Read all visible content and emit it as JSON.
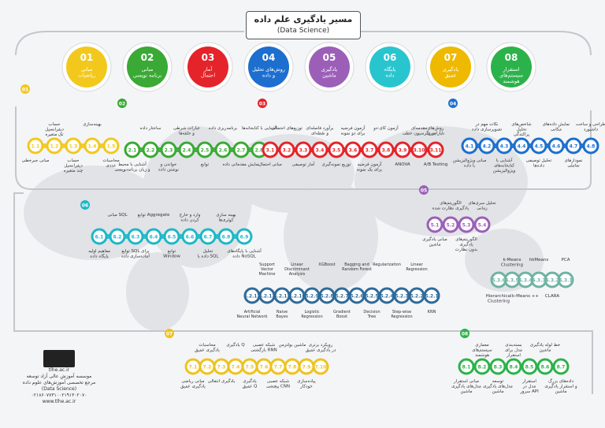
{
  "title": {
    "main": "مسیر یادگیری علم داده",
    "sub": "(Data Science)"
  },
  "top_circles": [
    {
      "num": "01",
      "label": "مبانی\nریاضیات",
      "color": "#f2c81d"
    },
    {
      "num": "02",
      "label": "مبانی\nبرنامه نویسی",
      "color": "#3aa935"
    },
    {
      "num": "03",
      "label": "آمار\nاحتمال",
      "color": "#e4242a"
    },
    {
      "num": "04",
      "label": "روش‌های تحلیل\nو داده",
      "color": "#1c6fce"
    },
    {
      "num": "05",
      "label": "یادگیری\nماشین",
      "color": "#9c5fb8"
    },
    {
      "num": "06",
      "label": "پایگاه\nداده",
      "color": "#29c5cf"
    },
    {
      "num": "07",
      "label": "یادگیری\nعمیق",
      "color": "#efb900"
    },
    {
      "num": "08",
      "label": "استقرار\nسیستم‌های\nهوشمند",
      "color": "#2cb24a"
    }
  ],
  "sections": {
    "s1": {
      "num": "01",
      "nodes": [
        {
          "id": "1.1",
          "top": "",
          "bottom": "مبانی جبرخطی"
        },
        {
          "id": "1.2",
          "top": "حساب\nدیفرانسیل\nتک متغیره",
          "bottom": ""
        },
        {
          "id": "1.3",
          "top": "",
          "bottom": "حساب\nدیفرانسیل\nچند متغیره"
        },
        {
          "id": "1.4",
          "top": "بهینه‌سازی",
          "bottom": ""
        },
        {
          "id": "1.5",
          "top": "",
          "bottom": "محاسبات\nعددی"
        }
      ]
    },
    "s2": {
      "num": "02",
      "nodes": [
        {
          "id": "2.1",
          "top": "",
          "bottom": "آشنایی با محیط\nو زبان برنامه‌نویسی"
        },
        {
          "id": "2.2",
          "top": "ساختار داده",
          "bottom": ""
        },
        {
          "id": "2.3",
          "top": "",
          "bottom": "خواندن و\nنوشتن داده"
        },
        {
          "id": "2.4",
          "top": "عبارات شرطی\nو حلقه‌ها",
          "bottom": ""
        },
        {
          "id": "2.5",
          "top": "",
          "bottom": "توابع"
        },
        {
          "id": "2.6",
          "top": "برنامه‌ریزی داده",
          "bottom": ""
        },
        {
          "id": "2.7",
          "top": "",
          "bottom": "نمایش مقدماتی داده"
        },
        {
          "id": "2.8",
          "top": "آشنایی با کتابخانه‌ها",
          "bottom": ""
        }
      ]
    },
    "s3": {
      "num": "03",
      "nodes": [
        {
          "id": "3.1",
          "top": "",
          "bottom": "مبانی احتمال"
        },
        {
          "id": "3.2",
          "top": "توزیع‌های احتمالی",
          "bottom": ""
        },
        {
          "id": "3.3",
          "top": "",
          "bottom": "آمار توصیفی"
        },
        {
          "id": "3.4",
          "top": "برآورد فاصله‌ای\nو نقطه‌ای",
          "bottom": ""
        },
        {
          "id": "3.5",
          "top": "",
          "bottom": "توزیع نمونه‌گیری"
        },
        {
          "id": "3.6",
          "top": "آزمون فرضیه\nبرای دو نمونه",
          "bottom": ""
        },
        {
          "id": "3.7",
          "top": "",
          "bottom": "آزمون فرضیه\nبرای یک نمونه"
        },
        {
          "id": "3.8",
          "top": "آزمون کای-دو",
          "bottom": ""
        },
        {
          "id": "3.9",
          "top": "",
          "bottom": "ANOVA"
        },
        {
          "id": "3.10",
          "top": "مقدمه‌ای\nبر رگرسیون خطی",
          "bottom": ""
        },
        {
          "id": "3.11",
          "top": "روش‌های\nناپارامتری",
          "bottom": "A/B Testing"
        }
      ]
    },
    "s4": {
      "num": "04",
      "nodes": [
        {
          "id": "4.1",
          "top": "",
          "bottom": "مبانی ویژوالیزیشن\nبا داده"
        },
        {
          "id": "4.2",
          "top": "نکات مهم در\nتصویرسازی داده",
          "bottom": ""
        },
        {
          "id": "4.3",
          "top": "",
          "bottom": "آشنایی با\nکتابخانه‌های\nویژوالیزیشن"
        },
        {
          "id": "4.4",
          "top": "شاخص‌های\nتحلیل\nپراکندگی",
          "bottom": ""
        },
        {
          "id": "4.5",
          "top": "",
          "bottom": "تحلیل توصیفی\nداده‌ها"
        },
        {
          "id": "4.6",
          "top": "نمایش داده‌های\nمکانی",
          "bottom": ""
        },
        {
          "id": "4.7",
          "top": "",
          "bottom": "نمودارهای\nتعاملی"
        },
        {
          "id": "4.8",
          "top": "طراحی و ساخت\nداشبورد",
          "bottom": ""
        }
      ]
    },
    "s5_top": {
      "num": "05",
      "nodes": [
        {
          "id": "5.1",
          "top": "",
          "bottom": "مبانی یادگیری\nماشین"
        },
        {
          "id": "5.2",
          "top": "الگوریتم‌های\nیادگیری نظارت شده",
          "bottom": ""
        },
        {
          "id": "5.3",
          "top": "",
          "bottom": "الگوریتم‌های\nیادگیری\nبدون نظارت"
        },
        {
          "id": "5.4",
          "top": "تحلیل سری‌های\nزمانی",
          "bottom": ""
        }
      ]
    },
    "s5_sup": {
      "nodes": [
        {
          "id": "5.2.1",
          "top": "",
          "bottom": "KNN"
        },
        {
          "id": "5.2.2",
          "top": "Linear\nRegression",
          "bottom": ""
        },
        {
          "id": "5.2.3",
          "top": "",
          "bottom": "Step-wise\nRegression"
        },
        {
          "id": "5.2.4",
          "top": "Regularization",
          "bottom": ""
        },
        {
          "id": "5.2.5",
          "top": "",
          "bottom": "Decision\nTree"
        },
        {
          "id": "5.2.6",
          "top": "Bagging and\nRandom Forest",
          "bottom": ""
        },
        {
          "id": "5.2.7",
          "top": "",
          "bottom": "Gradient\nBoost"
        },
        {
          "id": "5.2.8",
          "top": "XGBoost",
          "bottom": ""
        },
        {
          "id": "5.2.9",
          "top": "",
          "bottom": "Logistic\nRegression"
        },
        {
          "id": "5.2.10",
          "top": "Linear\nDiscriminant\nAnalysis",
          "bottom": ""
        },
        {
          "id": "5.2.11",
          "top": "",
          "bottom": "Naive\nBayes"
        },
        {
          "id": "5.2.12",
          "top": "Support\nVector\nMachine",
          "bottom": ""
        },
        {
          "id": "5.2.13",
          "top": "",
          "bottom": "Artificial\nNeural Network"
        }
      ]
    },
    "s5_unsup": {
      "nodes": [
        {
          "id": "5.3.1",
          "top": "PCA",
          "bottom": ""
        },
        {
          "id": "5.3.2",
          "top": "",
          "bottom": "CLARA"
        },
        {
          "id": "5.3.3",
          "top": "hkMeans",
          "bottom": ""
        },
        {
          "id": "5.3.4",
          "top": "",
          "bottom": "k-Means ++"
        },
        {
          "id": "5.3.5",
          "top": "k-Means\nClustering",
          "bottom": ""
        },
        {
          "id": "5.3.6",
          "top": "",
          "bottom": "Hierarchical\nClustering"
        }
      ]
    },
    "s6": {
      "num": "06",
      "nodes": [
        {
          "id": "6.1",
          "top": "",
          "bottom": "مفاهیم اولیه\nپایگاه داده"
        },
        {
          "id": "6.2",
          "top": "مبانی SQL",
          "bottom": ""
        },
        {
          "id": "6.3",
          "top": "",
          "bottom": "توابع SQL برای\nآماده‌سازی داده"
        },
        {
          "id": "6.4",
          "top": "توابع Aggregate",
          "bottom": ""
        },
        {
          "id": "6.5",
          "top": "",
          "bottom": "توابع\nWindow"
        },
        {
          "id": "6.6",
          "top": "وارد و خارج\nکردن داده",
          "bottom": ""
        },
        {
          "id": "6.7",
          "top": "",
          "bottom": "تحلیل\nداده با SQL"
        },
        {
          "id": "6.8",
          "top": "بهینه سازی\nکوئری‌ها",
          "bottom": ""
        },
        {
          "id": "6.9",
          "top": "",
          "bottom": "آشنایی با پایگاه‌های\nداده NoSQL"
        }
      ]
    },
    "s7": {
      "num": "07",
      "nodes": [
        {
          "id": "7.1",
          "top": "",
          "bottom": "مبانی ریاضی\nیادگیری عمیق"
        },
        {
          "id": "7.2",
          "top": "محاسبات\nیادگیری عمیق",
          "bottom": ""
        },
        {
          "id": "7.3",
          "top": "",
          "bottom": "یادگیری انتقالی"
        },
        {
          "id": "7.4",
          "top": "یادگیری Q",
          "bottom": ""
        },
        {
          "id": "7.5",
          "top": "",
          "bottom": "یادگیری\nعمیق Q"
        },
        {
          "id": "7.6",
          "top": "شبکه عصبی\nبازگشتی RNN",
          "bottom": ""
        },
        {
          "id": "7.7",
          "top": "",
          "bottom": "شبکه عصبی\nپیچشی CNN"
        },
        {
          "id": "7.8",
          "top": "ماشین بولتزمن",
          "bottom": ""
        },
        {
          "id": "7.9",
          "top": "",
          "bottom": "پیاده‌سازی\nخودکار"
        },
        {
          "id": "7.10",
          "top": "رویکرد برتری\nدر یادگیری عمیق",
          "bottom": ""
        }
      ]
    },
    "s8": {
      "num": "08",
      "nodes": [
        {
          "id": "8.1",
          "top": "",
          "bottom": "مبانی استقرار\nمدل‌های یادگیری\nماشین"
        },
        {
          "id": "8.2",
          "top": "معماری\nسیستم‌های\nهوشمند",
          "bottom": ""
        },
        {
          "id": "8.3",
          "top": "",
          "bottom": "توسعه\nمدل‌های یادگیری\nماشین"
        },
        {
          "id": "8.4",
          "top": "بسته‌بندی\nمدل برای\nاستقرار",
          "bottom": ""
        },
        {
          "id": "8.5",
          "top": "",
          "bottom": "استقرار\nمدل در\nسرور API"
        },
        {
          "id": "8.6",
          "top": "خط لوله یادگیری\nماشین",
          "bottom": ""
        },
        {
          "id": "8.7",
          "top": "",
          "bottom": "داده‌های بزرگ\nو استقرار یادگیری\nماشین"
        }
      ]
    }
  },
  "footer": {
    "brand": "tlhe.ac.ir",
    "line1": "موسسه آموزش عالی آزاد توسعه",
    "line2": "مرجع تخصصی آموزش‌های علوم داده",
    "line3": "(Data Science)",
    "phone": "۰۲۱۸۶۰۷۷۳۱۰۰۲۱۹۱۳۰۲۰۷۰",
    "site": "www.tlhe.ac.ir"
  },
  "colors": {
    "s1": "#f2c81d",
    "s2": "#3aa935",
    "s3": "#e4242a",
    "s4": "#1c6fce",
    "s5": "#9c5fb8",
    "s5sup": "#2f6b9a",
    "s5un": "#6fb3a1",
    "s6": "#1fb7c7",
    "s7": "#efc21d",
    "s8": "#2cb24a",
    "path": "#c4c6c9"
  }
}
